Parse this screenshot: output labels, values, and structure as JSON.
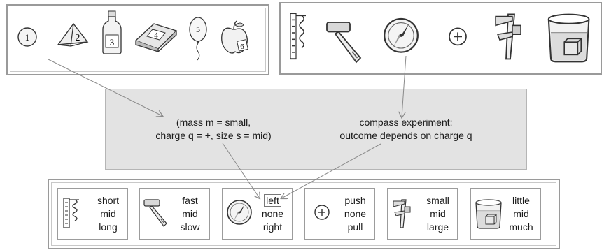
{
  "objects_panel": {
    "icons": [
      "coin-1-icon",
      "tetrahedron-2-icon",
      "bottle-3-icon",
      "book-4-icon",
      "balloon-5-icon",
      "apple-6-icon"
    ],
    "labels": [
      "1",
      "2",
      "3",
      "4",
      "5",
      "6"
    ]
  },
  "tools_panel": {
    "icons": [
      "spring-scale-icon",
      "hammer-icon",
      "compass-icon",
      "plus-charge-icon",
      "caliper-icon",
      "beaker-cube-icon"
    ]
  },
  "middle": {
    "left_line1": "(mass m = small,",
    "left_line2": "charge q = +, size s = mid)",
    "right_line1": "compass experiment:",
    "right_line2": "outcome depends on charge q"
  },
  "outcome_cards": [
    {
      "icon": "spring-scale-icon",
      "lines": [
        "short",
        "mid",
        "long"
      ]
    },
    {
      "icon": "hammer-icon",
      "lines": [
        "fast",
        "mid",
        "slow"
      ]
    },
    {
      "icon": "compass-icon",
      "lines": [
        "left",
        "none",
        "right"
      ]
    },
    {
      "icon": "plus-charge-icon",
      "lines": [
        "push",
        "none",
        "pull"
      ]
    },
    {
      "icon": "caliper-icon",
      "lines": [
        "small",
        "mid",
        "large"
      ]
    },
    {
      "icon": "beaker-cube-icon",
      "lines": [
        "little",
        "mid",
        "much"
      ]
    }
  ],
  "colors": {
    "panel_border": "#9a9a9a",
    "middle_fill": "#e3e3e3",
    "arrow": "#8a8a8a",
    "ink": "#1a1a1a"
  }
}
